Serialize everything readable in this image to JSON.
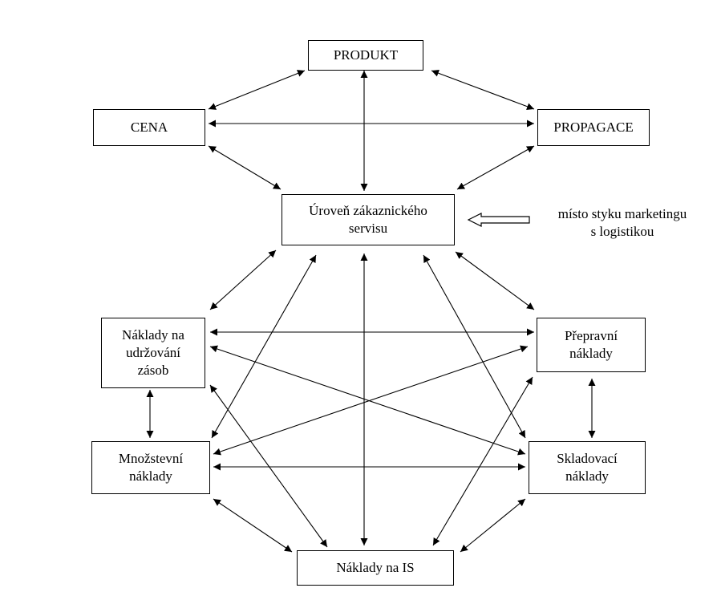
{
  "nodes": {
    "produkt": "PRODUKT",
    "cena": "CENA",
    "propagace": "PROPAGACE",
    "uroven": "Úroveň zákaznického\nservisu",
    "udrzovani": "Náklady na\nudržování\nzásob",
    "prepravni": "Přepravní\nnáklady",
    "mnozstevni": "Množstevní\nnáklady",
    "skladovaci": "Skladovací\nnáklady",
    "is": "Náklady na IS"
  },
  "annotation": {
    "text": "místo styku marketingu\ns logistikou"
  }
}
